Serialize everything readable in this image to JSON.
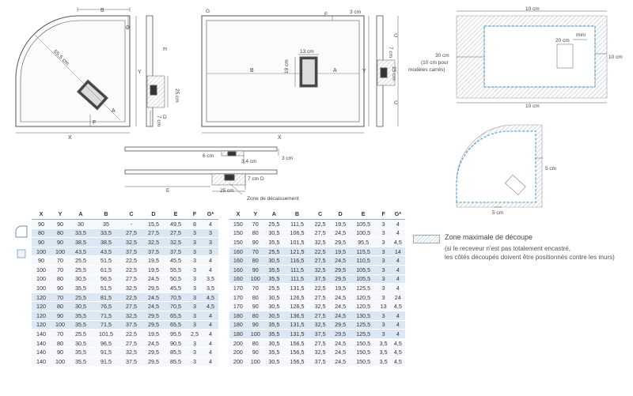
{
  "drawing_labels": {
    "q_B": "B",
    "q_G": "G",
    "q_Y": "Y",
    "q_diag": "55,5 cm",
    "q_A": "A",
    "q_F": "F",
    "q_X": "X",
    "qs_E": "E",
    "qs_25": "25 cm",
    "qs_7": "7 cm",
    "qs_D": "D",
    "r_G": "G",
    "r_F": "F",
    "r_3cm": "3 cm",
    "r_13": "13 cm",
    "r_19": "19 cm",
    "r_B": "B",
    "r_A": "A",
    "r_Y": "Y",
    "r_X": "X",
    "rs_C1": "C",
    "rs_7": "7 cm",
    "rs_25": "25 cm",
    "rs_C2": "C",
    "b_6": "6 cm",
    "b_34": "3,4 cm",
    "b_3": "3 cm",
    "b_E": "E",
    "b_25": "25 cm",
    "b_7": "7 cm",
    "b_D": "D",
    "b_zone": "Zone de décaissement",
    "c_top": "10 cm",
    "c_bottom": "10 cm",
    "c_right": "10 cm",
    "c_left1": "30 cm",
    "c_left2": "(10 cm pour",
    "c_left3": "modèles carrés)",
    "c_mini": "mini",
    "c_20": "20 cm",
    "cq_5r": "5 cm",
    "cq_5b": "5 cm"
  },
  "table1": {
    "headers": [
      "X",
      "Y",
      "A",
      "B",
      "C",
      "D",
      "E",
      "F",
      "G*"
    ],
    "rows": [
      [
        "90",
        "90",
        "30",
        "35",
        "-",
        "15,5",
        "49,5",
        "8",
        "4"
      ],
      [
        "80",
        "80",
        "33,5",
        "33,5",
        "27,5",
        "27,5",
        "27,5",
        "3",
        "3"
      ],
      [
        "90",
        "90",
        "38,5",
        "38,5",
        "32,5",
        "32,5",
        "32,5",
        "3",
        "3"
      ],
      [
        "100",
        "100",
        "43,5",
        "43,5",
        "37,5",
        "37,5",
        "37,5",
        "3",
        "3"
      ],
      [
        "90",
        "70",
        "25,5",
        "51,5",
        "22,5",
        "19,5",
        "45,5",
        "3",
        "4"
      ],
      [
        "100",
        "70",
        "25,5",
        "61,5",
        "22,5",
        "19,5",
        "55,5",
        "3",
        "4"
      ],
      [
        "100",
        "80",
        "30,5",
        "56,5",
        "27,5",
        "24,5",
        "50,5",
        "3",
        "3,5"
      ],
      [
        "100",
        "90",
        "35,5",
        "51,5",
        "32,5",
        "29,5",
        "45,5",
        "3",
        "3,5"
      ],
      [
        "120",
        "70",
        "25,5",
        "81,5",
        "22,5",
        "24,5",
        "70,5",
        "3",
        "4,5"
      ],
      [
        "120",
        "80",
        "30,5",
        "76,5",
        "27,5",
        "24,5",
        "70,5",
        "3",
        "4,5"
      ],
      [
        "120",
        "90",
        "35,5",
        "71,5",
        "32,5",
        "29,5",
        "65,5",
        "3",
        "4"
      ],
      [
        "120",
        "100",
        "35,5",
        "71,5",
        "37,5",
        "29,5",
        "65,5",
        "3",
        "4"
      ],
      [
        "140",
        "70",
        "25,5",
        "101,5",
        "22,5",
        "19,5",
        "95,5",
        "2,5",
        "4"
      ],
      [
        "140",
        "80",
        "30,5",
        "96,5",
        "27,5",
        "24,5",
        "90,5",
        "3",
        "4"
      ],
      [
        "140",
        "90",
        "35,5",
        "91,5",
        "32,5",
        "29,5",
        "85,5",
        "3",
        "4"
      ],
      [
        "140",
        "100",
        "35,5",
        "91,5",
        "37,5",
        "29,5",
        "85,5",
        "3",
        "4"
      ]
    ]
  },
  "table2": {
    "headers": [
      "X",
      "Y",
      "A",
      "B",
      "C",
      "D",
      "E",
      "F",
      "G*"
    ],
    "rows": [
      [
        "150",
        "70",
        "25,5",
        "111,5",
        "22,5",
        "19,5",
        "105,5",
        "3",
        "4"
      ],
      [
        "150",
        "80",
        "30,5",
        "106,5",
        "27,5",
        "24,5",
        "100,5",
        "3",
        "4"
      ],
      [
        "150",
        "90",
        "35,5",
        "101,5",
        "32,5",
        "29,5",
        "95,5",
        "3",
        "4,5"
      ],
      [
        "160",
        "70",
        "25,5",
        "121,5",
        "22,5",
        "19,5",
        "115,5",
        "3",
        "14"
      ],
      [
        "160",
        "80",
        "30,5",
        "116,5",
        "27,5",
        "24,5",
        "110,5",
        "3",
        "4"
      ],
      [
        "160",
        "90",
        "35,5",
        "111,5",
        "32,5",
        "29,5",
        "105,5",
        "3",
        "4"
      ],
      [
        "160",
        "100",
        "35,5",
        "111,5",
        "37,5",
        "29,5",
        "105,5",
        "3",
        "4"
      ],
      [
        "170",
        "70",
        "25,5",
        "131,5",
        "22,5",
        "19,5",
        "125,5",
        "3",
        "4"
      ],
      [
        "170",
        "80",
        "30,5",
        "126,5",
        "27,5",
        "24,5",
        "120,5",
        "3",
        "24"
      ],
      [
        "170",
        "90",
        "30,5",
        "126,5",
        "32,5",
        "24,5",
        "120,5",
        "13",
        "4,5"
      ],
      [
        "180",
        "80",
        "30,5",
        "136,5",
        "27,5",
        "24,5",
        "130,5",
        "3",
        "4"
      ],
      [
        "180",
        "90",
        "35,5",
        "131,5",
        "32,5",
        "29,5",
        "125,5",
        "3",
        "4"
      ],
      [
        "180",
        "100",
        "35,5",
        "131,5",
        "37,5",
        "29,5",
        "125,5",
        "3",
        "4"
      ],
      [
        "200",
        "80",
        "30,5",
        "156,5",
        "27,5",
        "24,5",
        "150,5",
        "3,5",
        "4,5"
      ],
      [
        "200",
        "90",
        "35,5",
        "156,5",
        "32,5",
        "24,5",
        "150,5",
        "3,5",
        "4,5"
      ],
      [
        "200",
        "100",
        "30,5",
        "156,5",
        "37,5",
        "24,5",
        "150,5",
        "3,5",
        "4,5"
      ]
    ]
  },
  "legend": {
    "title": "Zone maximale de découpe",
    "note_line1": "(si le receveur n'est pas totalement encastré,",
    "note_line2": "les côtés découpés doivent être positionnés contre les murs)"
  },
  "colors": {
    "table_blue": "#dbe8f4",
    "dashed_line": "#3a8fd0",
    "hatch": "#c9d6e2"
  }
}
